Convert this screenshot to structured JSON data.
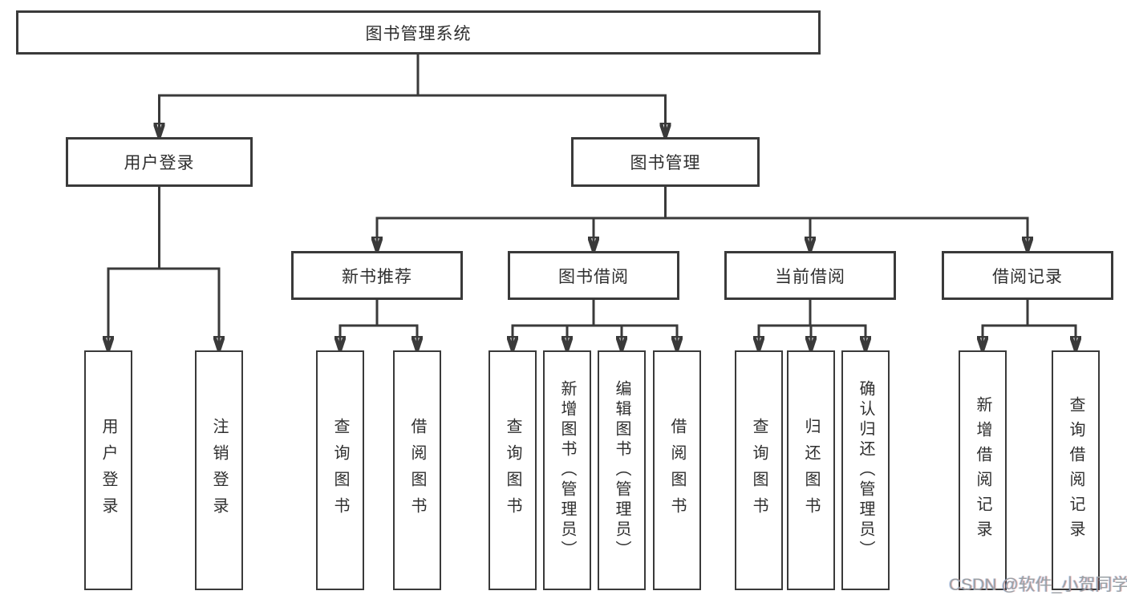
{
  "diagram": {
    "type": "tree",
    "root": {
      "label": "图书管理系统",
      "children": [
        {
          "label": "用户登录",
          "children": [
            {
              "label": "用户登录"
            },
            {
              "label": "注销登录"
            }
          ]
        },
        {
          "label": "图书管理",
          "children": [
            {
              "label": "新书推荐",
              "children": [
                {
                  "label": "查询图书"
                },
                {
                  "label": "借阅图书"
                }
              ]
            },
            {
              "label": "图书借阅",
              "children": [
                {
                  "label": "查询图书"
                },
                {
                  "label": "新增图书（管理员）"
                },
                {
                  "label": "编辑图书（管理员）"
                },
                {
                  "label": "借阅图书"
                }
              ]
            },
            {
              "label": "当前借阅",
              "children": [
                {
                  "label": "查询图书"
                },
                {
                  "label": "归还图书"
                },
                {
                  "label": "确认归还（管理员）"
                }
              ]
            },
            {
              "label": "借阅记录",
              "children": [
                {
                  "label": "新增借阅记录"
                },
                {
                  "label": "查询借阅记录"
                }
              ]
            }
          ]
        }
      ]
    }
  },
  "watermark": {
    "text": "CSDN @软件_小贺同学"
  },
  "colors": {
    "line": "#3a3a3a",
    "box_border": "#3a3a3a",
    "text": "#2f2f2f",
    "background": "#ffffff",
    "watermark": "#9aa0a4"
  }
}
